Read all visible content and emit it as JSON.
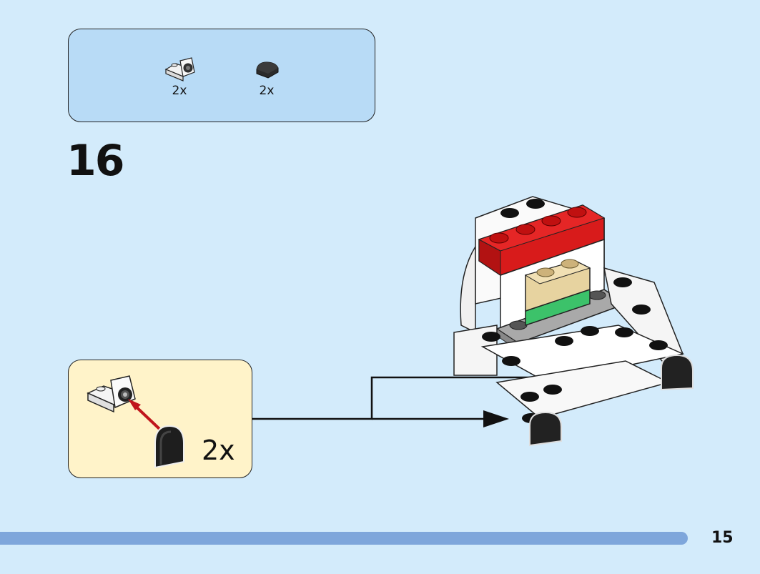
{
  "parts_list": {
    "items": [
      {
        "icon": "bracket-with-pin-hole-icon",
        "quantity": "2x"
      },
      {
        "icon": "round-tile-icon",
        "quantity": "2x"
      }
    ]
  },
  "step": {
    "number": "16"
  },
  "callout": {
    "quantity": "2x"
  },
  "page": {
    "number": "15"
  }
}
